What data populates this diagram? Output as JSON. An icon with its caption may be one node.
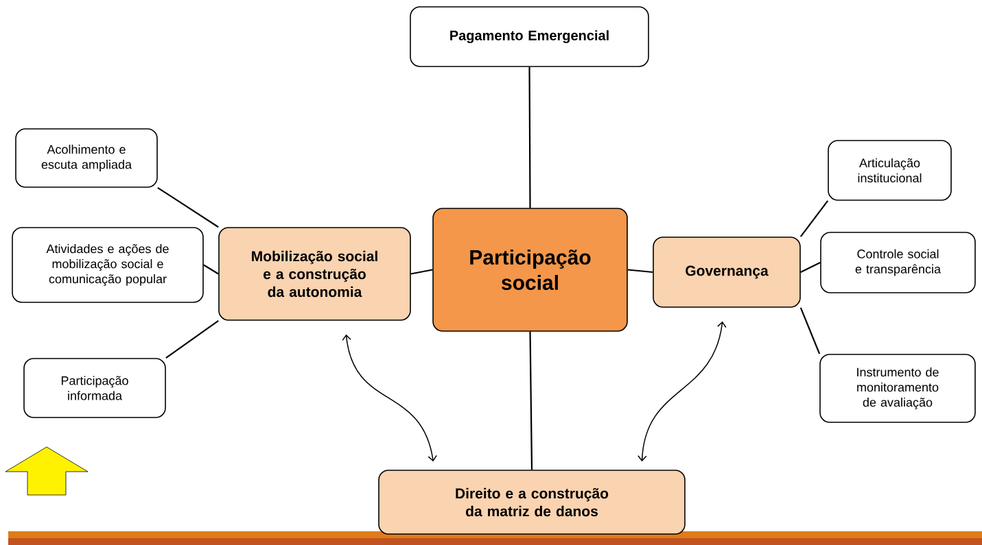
{
  "diagram": {
    "nodes": [
      {
        "text": [
          "Pagamento Emergencial"
        ]
      },
      {
        "text": [
          "Acolhimento e escuta ampliada"
        ]
      },
      {
        "text": [
          "Atividades e ações de mobilização social e comunicação popular"
        ]
      },
      {
        "text": [
          "Mobilização social e a construção da autonomia"
        ]
      },
      {
        "text": [
          "Participação social"
        ]
      },
      {
        "text": [
          "Articulação institucional"
        ]
      },
      {
        "text": [
          "Governança"
        ]
      },
      {
        "text": [
          "Controle social e transparência"
        ]
      },
      {
        "text": [
          "Participação informada"
        ]
      },
      {
        "text": [
          "Instrumento de monitoramento de avaliação"
        ]
      },
      {
        "text": [
          "Direito e a construção da matriz de danos"
        ]
      }
    ],
    "edges": [
      {
        "from": 4,
        "to": 0,
        "arrow": "none"
      },
      {
        "from": 3,
        "to": 1,
        "arrow": "none"
      },
      {
        "from": 3,
        "to": 2,
        "arrow": "none"
      },
      {
        "from": 3,
        "to": 8,
        "arrow": "none"
      },
      {
        "from": 4,
        "to": 3,
        "arrow": "none"
      },
      {
        "from": 4,
        "to": 6,
        "arrow": "none"
      },
      {
        "from": 6,
        "to": 5,
        "arrow": "none"
      },
      {
        "from": 6,
        "to": 7,
        "arrow": "none"
      },
      {
        "from": 6,
        "to": 9,
        "arrow": "none"
      },
      {
        "from": 4,
        "to": 10,
        "arrow": "none"
      },
      {
        "from": 3,
        "to": 10,
        "arrow": "both"
      },
      {
        "from": 6,
        "to": 10,
        "arrow": "both"
      }
    ]
  }
}
